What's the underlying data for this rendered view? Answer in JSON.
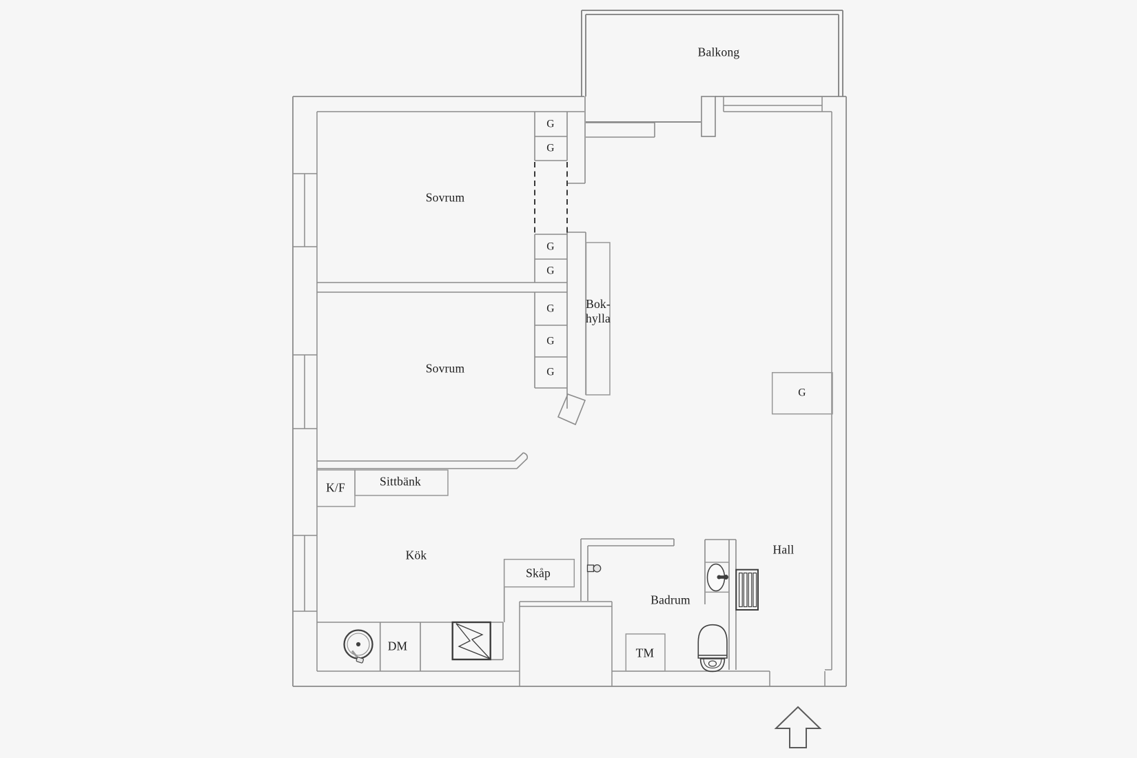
{
  "plan": {
    "labels": {
      "balkong": "Balkong",
      "sovrum_1": "Sovrum",
      "sovrum_2": "Sovrum",
      "bokhylla_line1": "Bok-",
      "bokhylla_line2": "hylla",
      "garderob": "G",
      "kf": "K/F",
      "sittbank": "Sittbänk",
      "kok": "Kök",
      "skap": "Skåp",
      "dm": "DM",
      "tm": "TM",
      "badrum": "Badrum",
      "hall": "Hall"
    },
    "icons": {
      "washing_machine": "washing-machine-icon",
      "stove": "stove-icon",
      "sink": "sink-icon",
      "door_handle": "door-handle-icon",
      "toilet": "toilet-icon",
      "radiator": "radiator-icon",
      "north_arrow": "north-arrow-icon",
      "open_door": "open-door-icon",
      "balcony_door": "balcony-door-icon"
    },
    "colors": {
      "background": "#f6f6f6",
      "wall": "#8b8b8b",
      "fixture": "#3f3f3f",
      "text": "#1d1d1d"
    }
  }
}
